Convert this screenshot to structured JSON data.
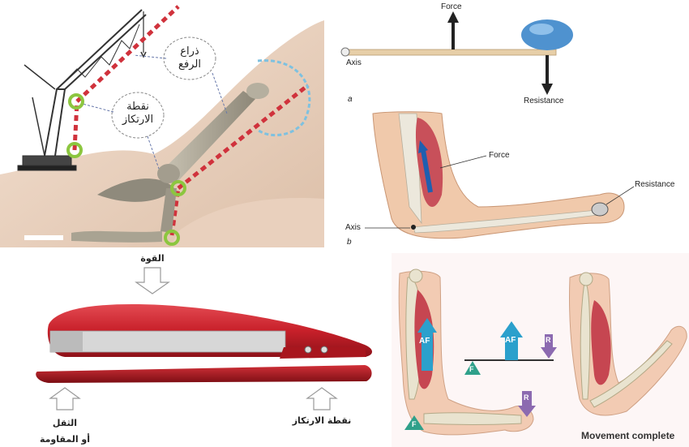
{
  "panels": {
    "crane_arm": {
      "labels": {
        "lever_arm": "ذراع\nالرفع",
        "fulcrum": "نقطة\nالارتكاز"
      }
    },
    "lever_diagram": {
      "force": "Force",
      "axis": "Axis",
      "resistance": "Resistance",
      "sublabel": "a"
    },
    "elbow_diagram": {
      "force": "Force",
      "resistance": "Resistance",
      "axis": "Axis",
      "sublabel": "b"
    },
    "stapler": {
      "force": "القوة",
      "fulcrum": "نقطة الارتكاز",
      "load": "الثقل\nأو المقاومة"
    },
    "biceps": {
      "af": "AF",
      "r": "R",
      "f": "F",
      "movement": "Movement complete"
    }
  },
  "colors": {
    "stapler_red": "#c8202a",
    "lever_dashed": "#d0323c",
    "fulcrum_ring": "#8cc63f",
    "arrow_blue": "#1e8fc8",
    "arrow_purple": "#8c6ab0"
  }
}
